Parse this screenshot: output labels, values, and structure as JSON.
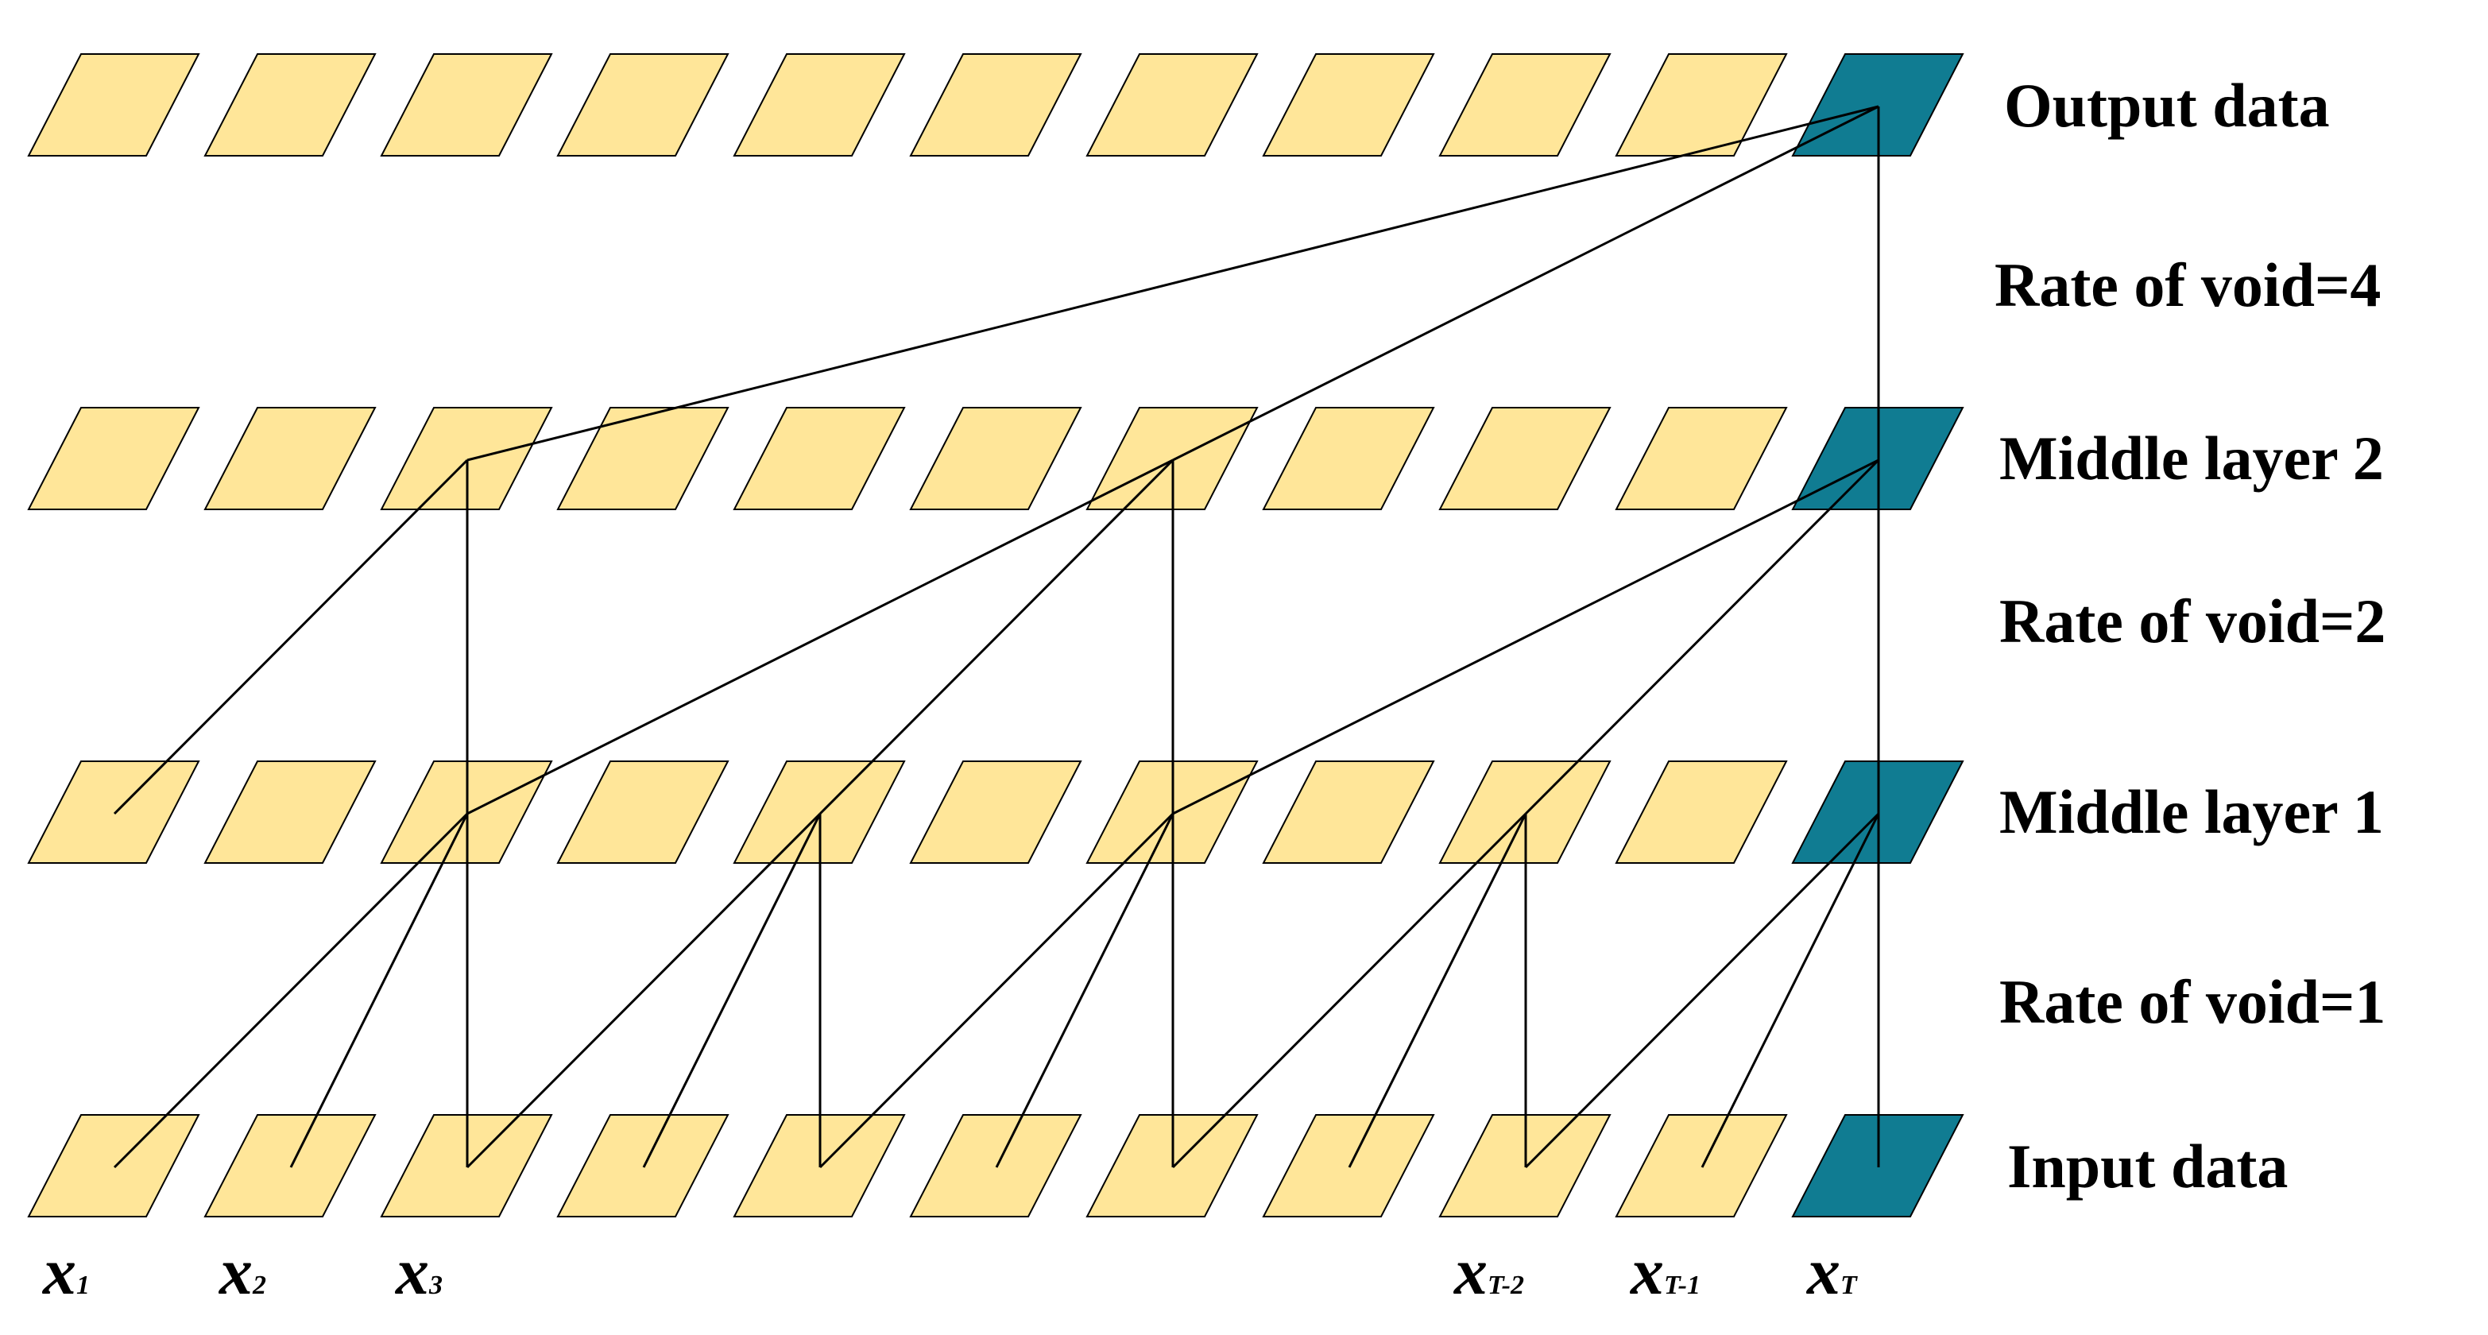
{
  "layers": [
    {
      "id": "output",
      "label": "Output data"
    },
    {
      "id": "middle2",
      "label": "Middle layer 2"
    },
    {
      "id": "middle1",
      "label": "Middle layer 1"
    },
    {
      "id": "input",
      "label": "Input data"
    }
  ],
  "rates": [
    {
      "id": "rate4",
      "label": "Rate of void=4"
    },
    {
      "id": "rate2",
      "label": "Rate of void=2"
    },
    {
      "id": "rate1",
      "label": "Rate of void=1"
    }
  ],
  "cells_per_layer": 11,
  "highlight_color": "#107C92",
  "cell_color": "#FFE699",
  "input_labels": [
    {
      "col": 0,
      "main": "x",
      "sub": "1"
    },
    {
      "col": 1,
      "main": "x",
      "sub": "2"
    },
    {
      "col": 2,
      "main": "x",
      "sub": "3"
    },
    {
      "col": 8,
      "main": "x",
      "sub": "T-2"
    },
    {
      "col": 9,
      "main": "x",
      "sub": "T-1"
    },
    {
      "col": 10,
      "main": "x",
      "sub": "T"
    }
  ],
  "connections": [
    {
      "from_layer": "input",
      "from_col": 0,
      "to_layer": "middle1",
      "to_col": 2
    },
    {
      "from_layer": "input",
      "from_col": 1,
      "to_layer": "middle1",
      "to_col": 2
    },
    {
      "from_layer": "input",
      "from_col": 2,
      "to_layer": "middle1",
      "to_col": 2
    },
    {
      "from_layer": "input",
      "from_col": 2,
      "to_layer": "middle1",
      "to_col": 4
    },
    {
      "from_layer": "input",
      "from_col": 3,
      "to_layer": "middle1",
      "to_col": 4
    },
    {
      "from_layer": "input",
      "from_col": 4,
      "to_layer": "middle1",
      "to_col": 4
    },
    {
      "from_layer": "input",
      "from_col": 4,
      "to_layer": "middle1",
      "to_col": 6
    },
    {
      "from_layer": "input",
      "from_col": 5,
      "to_layer": "middle1",
      "to_col": 6
    },
    {
      "from_layer": "input",
      "from_col": 6,
      "to_layer": "middle1",
      "to_col": 6
    },
    {
      "from_layer": "input",
      "from_col": 6,
      "to_layer": "middle1",
      "to_col": 8
    },
    {
      "from_layer": "input",
      "from_col": 7,
      "to_layer": "middle1",
      "to_col": 8
    },
    {
      "from_layer": "input",
      "from_col": 8,
      "to_layer": "middle1",
      "to_col": 8
    },
    {
      "from_layer": "input",
      "from_col": 8,
      "to_layer": "middle1",
      "to_col": 10
    },
    {
      "from_layer": "input",
      "from_col": 9,
      "to_layer": "middle1",
      "to_col": 10
    },
    {
      "from_layer": "input",
      "from_col": 10,
      "to_layer": "middle1",
      "to_col": 10
    },
    {
      "from_layer": "middle1",
      "from_col": 0,
      "to_layer": "middle2",
      "to_col": 2
    },
    {
      "from_layer": "middle1",
      "from_col": 2,
      "to_layer": "middle2",
      "to_col": 2
    },
    {
      "from_layer": "middle1",
      "from_col": 2,
      "to_layer": "middle2",
      "to_col": 6
    },
    {
      "from_layer": "middle1",
      "from_col": 4,
      "to_layer": "middle2",
      "to_col": 6
    },
    {
      "from_layer": "middle1",
      "from_col": 6,
      "to_layer": "middle2",
      "to_col": 6
    },
    {
      "from_layer": "middle1",
      "from_col": 6,
      "to_layer": "middle2",
      "to_col": 10
    },
    {
      "from_layer": "middle1",
      "from_col": 8,
      "to_layer": "middle2",
      "to_col": 10
    },
    {
      "from_layer": "middle1",
      "from_col": 10,
      "to_layer": "middle2",
      "to_col": 10
    },
    {
      "from_layer": "middle2",
      "from_col": 2,
      "to_layer": "output",
      "to_col": 10
    },
    {
      "from_layer": "middle2",
      "from_col": 6,
      "to_layer": "output",
      "to_col": 10
    },
    {
      "from_layer": "middle2",
      "from_col": 10,
      "to_layer": "output",
      "to_col": 10
    }
  ]
}
